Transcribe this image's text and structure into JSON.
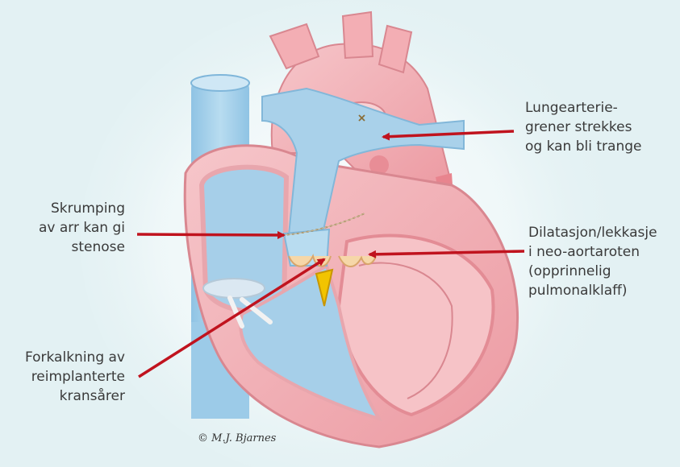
{
  "labels": {
    "lung": "Lungearterie-\ngrener strekkes\nog kan bli trange",
    "skrump": "Skrumping\nav arr kan gi\nstenose",
    "dilat": "Dilatasjon/lekkasje\ni neo-aortaroten\n(opprinnelig\npulmonalklaff)",
    "forkalk": "Forkalkning av\nreimplanterte\nkransårer"
  },
  "signature": "© M.J. Bjarnes",
  "colors": {
    "background": "#e3f1f3",
    "arrow": "#c0131e",
    "blue_vessel": "#a6cfe9",
    "pink_heart": "#f2b4b9",
    "text": "#3a3a3a"
  }
}
